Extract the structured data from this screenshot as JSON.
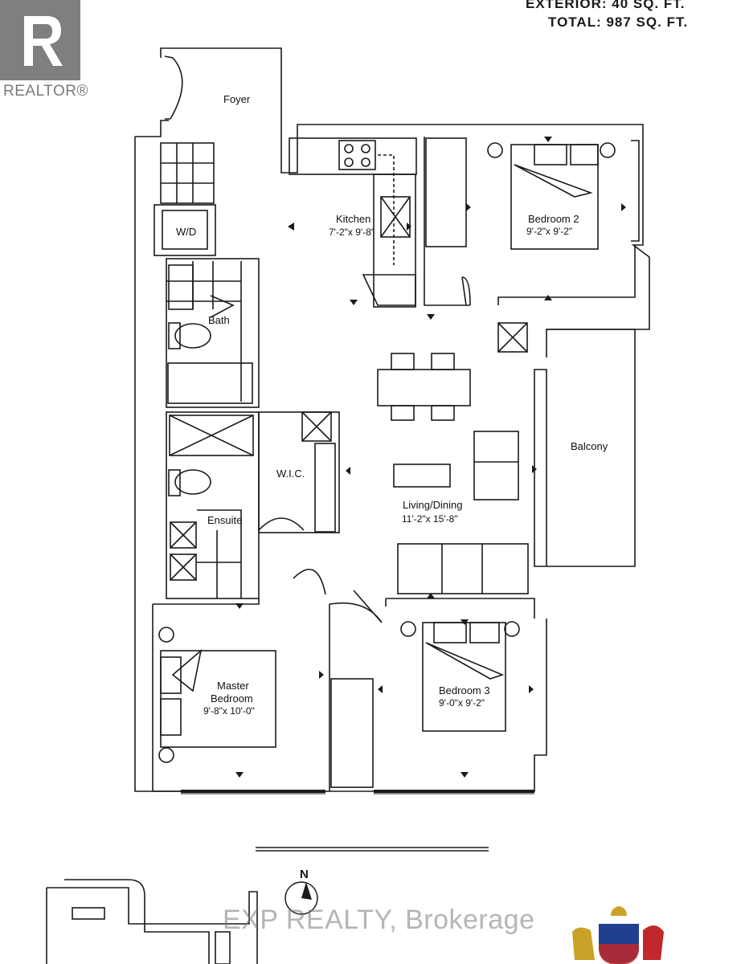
{
  "header": {
    "exterior": "EXTERIOR: 40 SQ. FT.",
    "total": "TOTAL: 987 SQ. FT."
  },
  "logo": {
    "tag": "REALTOR®",
    "color": "#7f7f7f"
  },
  "rooms": {
    "foyer": {
      "name": "Foyer"
    },
    "kitchen": {
      "name": "Kitchen",
      "dims": "7'-2\"x 9'-8\""
    },
    "bedroom2": {
      "name": "Bedroom 2",
      "dims": "9'-2\"x 9'-2\""
    },
    "wd": {
      "name": "W/D"
    },
    "bath": {
      "name": "Bath"
    },
    "balcony": {
      "name": "Balcony"
    },
    "wic": {
      "name": "W.I.C."
    },
    "living": {
      "name": "Living/Dining",
      "dims": "11'-2\"x 15'-8\""
    },
    "ensuite": {
      "name": "Ensuite"
    },
    "master": {
      "name_line1": "Master",
      "name_line2": "Bedroom",
      "dims": "9'-8\"x 10'-0\""
    },
    "bedroom3": {
      "name": "Bedroom 3",
      "dims": "9'-0\"x 9'-2\""
    }
  },
  "compass": {
    "label": "N"
  },
  "watermark": "EXP REALTY, Brokerage",
  "colors": {
    "line": "#1a1a1a",
    "crest_blue": "#1f3f8f",
    "crest_red": "#c0282a",
    "crest_gold": "#c9a227"
  }
}
